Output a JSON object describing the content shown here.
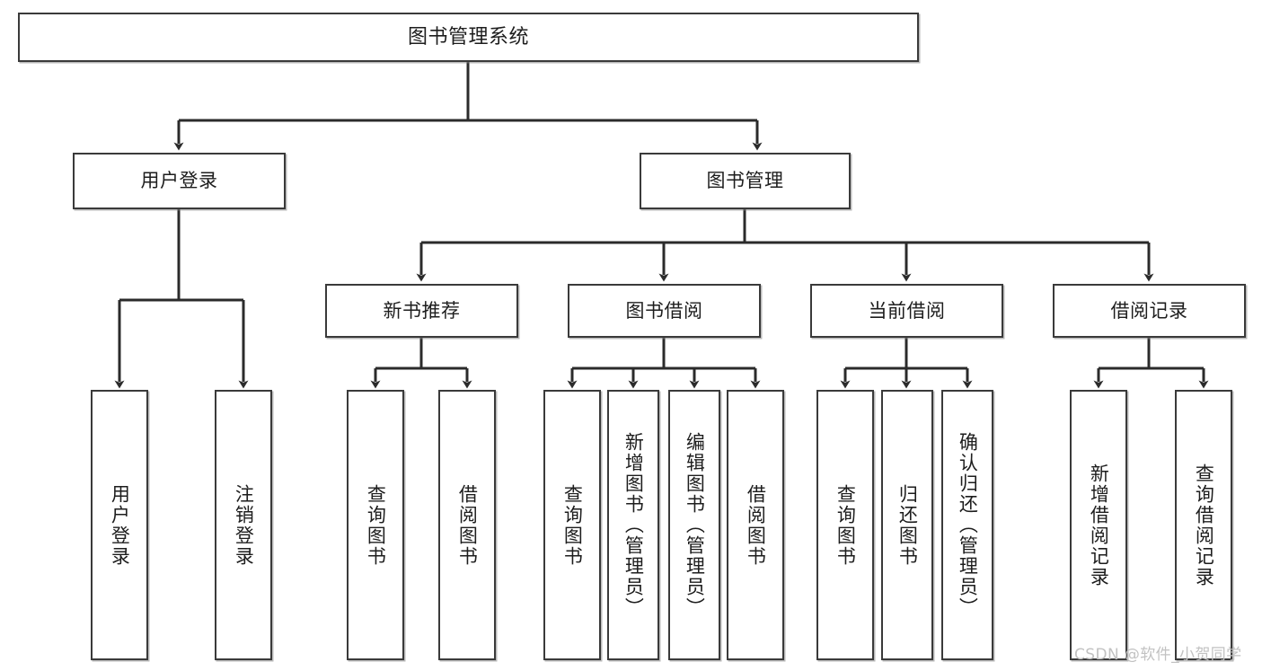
{
  "diagram": {
    "type": "tree-hierarchy-chart",
    "title": "图书管理系统",
    "watermark": "CSDN @软件_小贺同学",
    "colors": {
      "background": "#ffffff",
      "box_border": "#3a3a3a",
      "box_fill": "#ffffff",
      "connector": "#2b2b2b",
      "text": "#1d1d1d",
      "watermark": "#c2c2c2"
    },
    "nodes": {
      "root": {
        "label": "图书管理系统"
      },
      "level2": [
        {
          "id": "user-login",
          "label": "用户登录"
        },
        {
          "id": "book-management",
          "label": "图书管理"
        }
      ],
      "level3": [
        {
          "id": "new-book-recommend",
          "label": "新书推荐"
        },
        {
          "id": "book-borrow",
          "label": "图书借阅"
        },
        {
          "id": "current-borrow",
          "label": "当前借阅"
        },
        {
          "id": "borrow-record",
          "label": "借阅记录"
        }
      ],
      "leaves": {
        "user_login": [
          {
            "id": "leaf-user-login",
            "label": "用户登录"
          },
          {
            "id": "leaf-logout-login",
            "label": "注销登录"
          }
        ],
        "new_book_recommend": [
          {
            "id": "leaf-query-book-1",
            "label": "查询图书"
          },
          {
            "id": "leaf-borrow-book-1",
            "label": "借阅图书"
          }
        ],
        "book_borrow": [
          {
            "id": "leaf-query-book-2",
            "label": "查询图书"
          },
          {
            "id": "leaf-add-book",
            "label": "新增图书（管理员）"
          },
          {
            "id": "leaf-edit-book",
            "label": "编辑图书（管理员）"
          },
          {
            "id": "leaf-borrow-book-2",
            "label": "借阅图书"
          }
        ],
        "current_borrow": [
          {
            "id": "leaf-query-book-3",
            "label": "查询图书"
          },
          {
            "id": "leaf-return-book",
            "label": "归还图书"
          },
          {
            "id": "leaf-confirm-return",
            "label": "确认归还（管理员）"
          }
        ],
        "borrow_record": [
          {
            "id": "leaf-add-record",
            "label": "新增借阅记录"
          },
          {
            "id": "leaf-query-record",
            "label": "查询借阅记录"
          }
        ]
      }
    }
  }
}
